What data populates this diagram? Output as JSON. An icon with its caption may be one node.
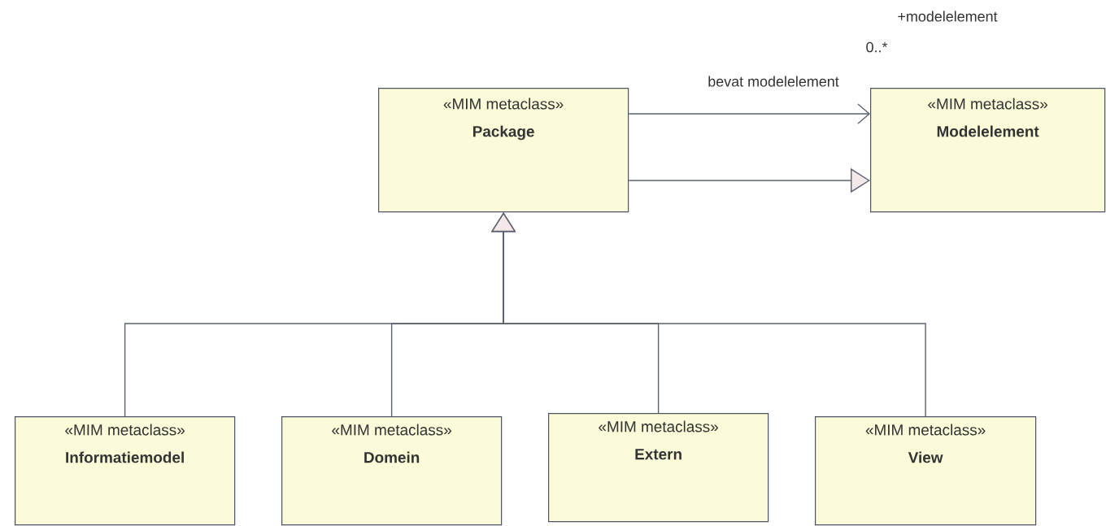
{
  "diagram": {
    "nodes": [
      {
        "text": [
          "«MIM metaclass»",
          "Package"
        ]
      },
      {
        "text": [
          "«MIM metaclass»",
          "Modelelement"
        ]
      },
      {
        "text": [
          "«MIM metaclass»",
          "Informatiemodel"
        ]
      },
      {
        "text": [
          "«MIM metaclass»",
          "Domein"
        ]
      },
      {
        "text": [
          "«MIM metaclass»",
          "Extern"
        ]
      },
      {
        "text": [
          "«MIM metaclass»",
          "View"
        ]
      }
    ],
    "edges": [
      {
        "from": 0,
        "to": 1,
        "arrow": "to",
        "label": "bevat modelelement"
      },
      {
        "from": 0,
        "to": 1,
        "arrow": "to"
      },
      {
        "from": 2,
        "to": 0,
        "arrow": "to"
      },
      {
        "from": 3,
        "to": 0,
        "arrow": "to"
      },
      {
        "from": 4,
        "to": 0,
        "arrow": "to"
      },
      {
        "from": 5,
        "to": 0,
        "arrow": "to"
      }
    ],
    "labels": [
      "+modelelement",
      "0..*"
    ]
  }
}
